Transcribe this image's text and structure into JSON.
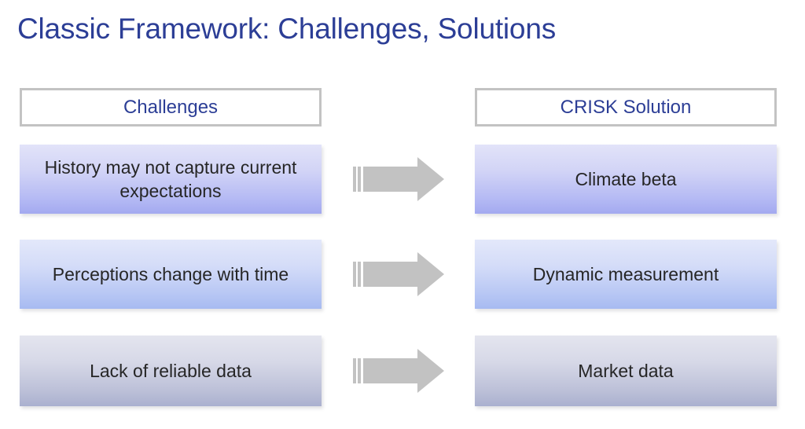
{
  "slide": {
    "title": "Classic Framework: Challenges, Solutions",
    "title_color": "#2c3e96",
    "background_color": "#ffffff"
  },
  "columns": {
    "left": {
      "header": "Challenges"
    },
    "right": {
      "header": "CRISK Solution"
    }
  },
  "rows": [
    {
      "challenge": "History may not capture current expectations",
      "solution": "Climate beta",
      "arrow": "right-arrow-icon",
      "challenge_gradient": [
        "#e2e3f9",
        "#a3a9f0"
      ],
      "solution_gradient": [
        "#e2e3f9",
        "#a3a9f0"
      ]
    },
    {
      "challenge": "Perceptions change with time",
      "solution": "Dynamic measurement",
      "arrow": "right-arrow-icon",
      "challenge_gradient": [
        "#e3e8fa",
        "#a7baf1"
      ],
      "solution_gradient": [
        "#e3e8fa",
        "#a7baf1"
      ]
    },
    {
      "challenge": "Lack of reliable data",
      "solution": "Market data",
      "arrow": "right-arrow-icon",
      "challenge_gradient": [
        "#e4e5ef",
        "#aab0cf"
      ],
      "solution_gradient": [
        "#e4e5ef",
        "#aab0cf"
      ]
    }
  ],
  "style": {
    "header_border_color": "#c3c3c3",
    "header_text_color": "#2c3e96",
    "box_text_color": "#262626",
    "arrow_color": "#c2c2c2"
  }
}
